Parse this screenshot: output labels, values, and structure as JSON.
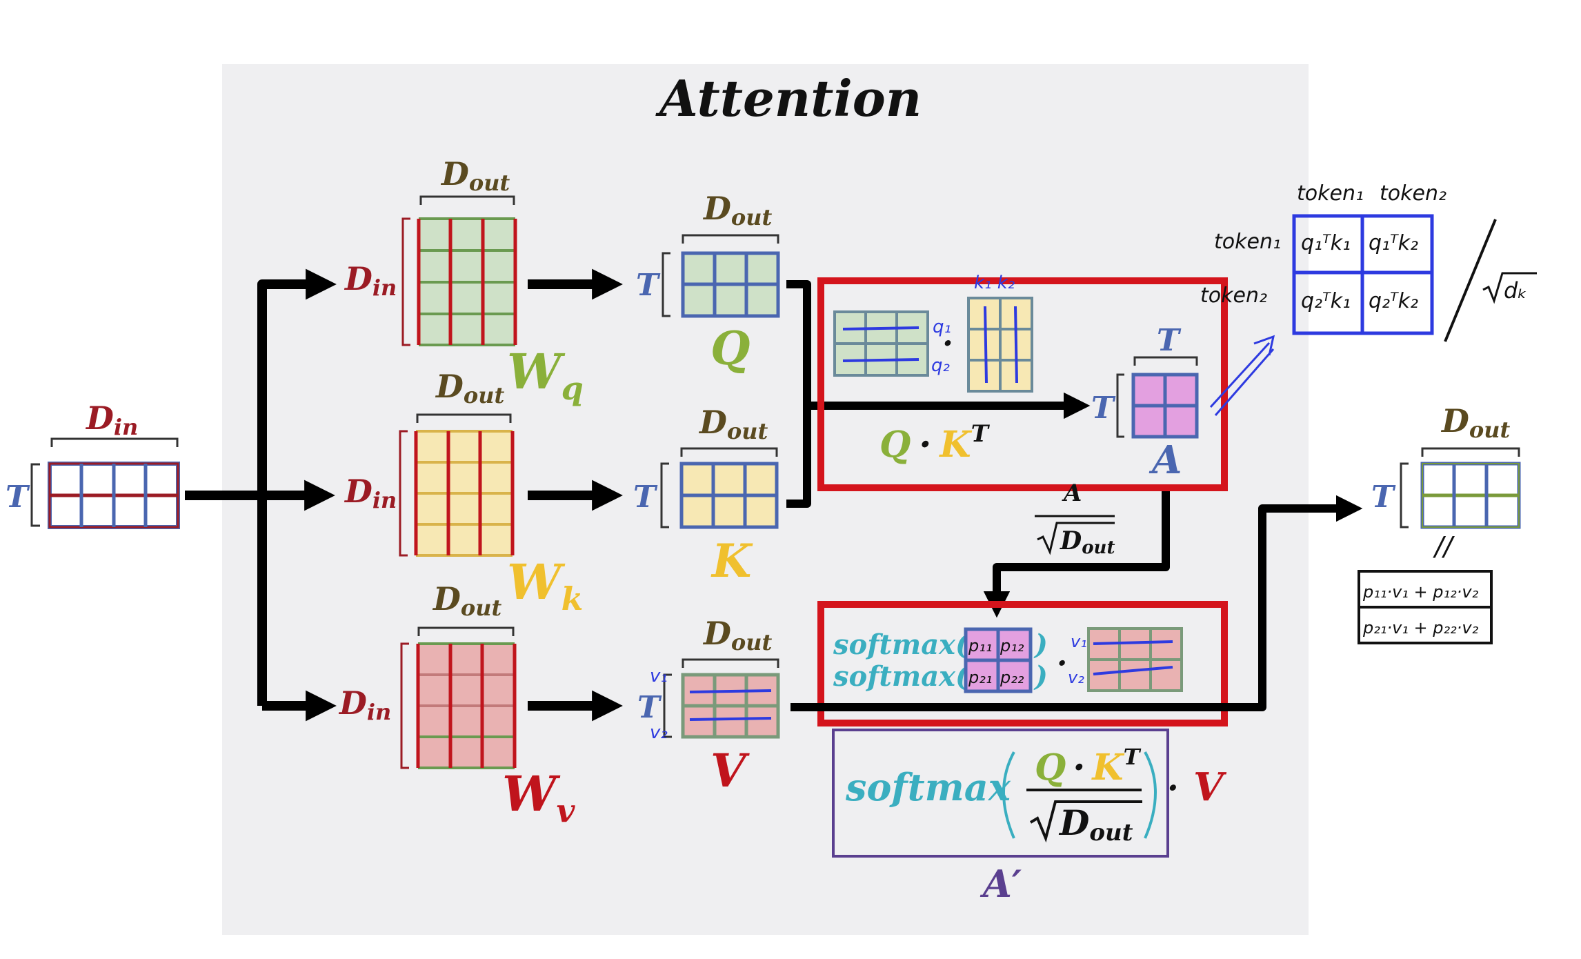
{
  "title": "Attention",
  "labels": {
    "T": "T",
    "D_in": "D",
    "D_in_sub": "in",
    "D_out": "D",
    "D_out_sub": "out",
    "Wq": "W",
    "Wq_sub": "q",
    "Wk": "W",
    "Wk_sub": "k",
    "Wv": "W",
    "Wv_sub": "v",
    "Q": "Q",
    "K": "K",
    "V": "V",
    "A": "A",
    "A_prime": "A′",
    "dot": "·",
    "qkt_Q": "Q",
    "qkt_K": "K",
    "qkt_sup": "T",
    "scale_num": "A",
    "softmax": "softmax(",
    "softmax_close": ")",
    "big_softmax": "softmax",
    "big_V": "V"
  },
  "annotations": {
    "token1": "token₁",
    "token2": "token₂",
    "q1k1": "q₁ᵀk₁",
    "q1k2": "q₁ᵀk₂",
    "q2k1": "q₂ᵀk₁",
    "q2k2": "q₂ᵀk₂",
    "sqrt_dk": "dₖ",
    "q1": "q₁",
    "q2": "q₂",
    "k1k2": "k₁ k₂",
    "v1": "v₁",
    "v2": "v₂",
    "p11": "p₁₁",
    "p12": "p₁₂",
    "p21": "p₂₁",
    "p22": "p₂₂",
    "equals": "//",
    "out_row1": "p₁₁·v₁ + p₁₂·v₂",
    "out_row2": "p₂₁·v₁ + p₂₂·v₂"
  },
  "colors": {
    "background_panel": "#efeff1",
    "red": "#c0141c",
    "darkred": "#8e1b22",
    "green_fill": "#cfe1c8",
    "yellow_fill": "#f7e8b4",
    "pink_fill": "#eab3b3",
    "magenta_fill": "#e3a0e0",
    "blue": "#4a66b0",
    "olive": "#7a9a3a",
    "gold": "#e8b72a",
    "cyan": "#3aaec0",
    "purple": "#5a3f8f",
    "pen": "#2d3ae0"
  }
}
